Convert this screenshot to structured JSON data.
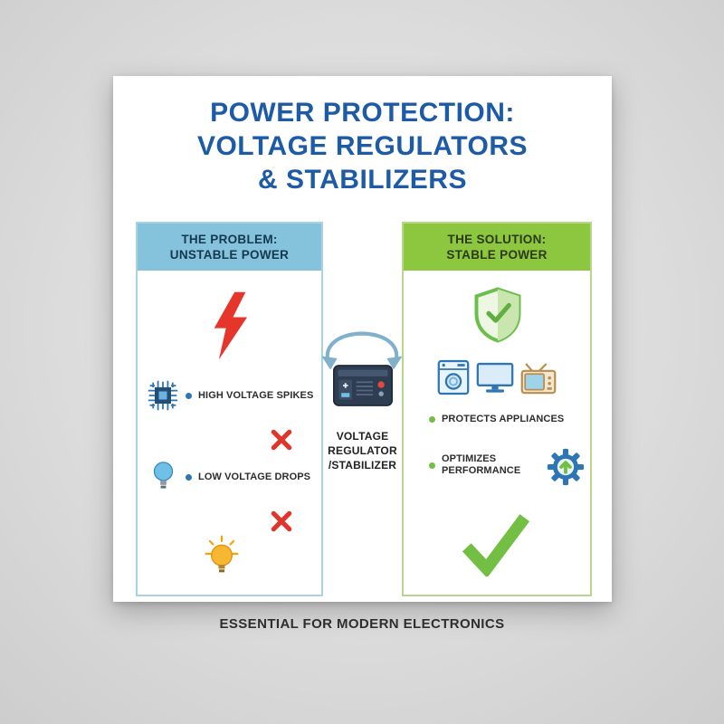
{
  "infographic": {
    "title": [
      "POWER PROTECTION:",
      "VOLTAGE REGULATORS",
      "& STABILIZERS"
    ],
    "footer": "ESSENTIAL FOR MODERN ELECTRONICS"
  },
  "problem_panel": {
    "header": [
      "THE PROBLEM:",
      "UNSTABLE POWER"
    ],
    "items": [
      "HIGH VOLTAGE SPIKES",
      "LOW VOLTAGE DROPS"
    ]
  },
  "regulator": {
    "label": [
      "VOLTAGE",
      "REGULATOR",
      "/STABILIZER"
    ]
  },
  "solution_panel": {
    "header": [
      "THE SOLUTION:",
      "STABLE POWER"
    ],
    "items": [
      "PROTECTS APPLIANCES",
      "OPTIMIZES PERFORMANCE"
    ]
  },
  "colors": {
    "title_blue": "#1e5ba6",
    "problem_header_blue": "#85c3dc",
    "solution_header_green": "#8dc63f",
    "alert_red": "#e6352b",
    "success_green": "#72bf44",
    "accent_blue": "#2e75b6"
  }
}
